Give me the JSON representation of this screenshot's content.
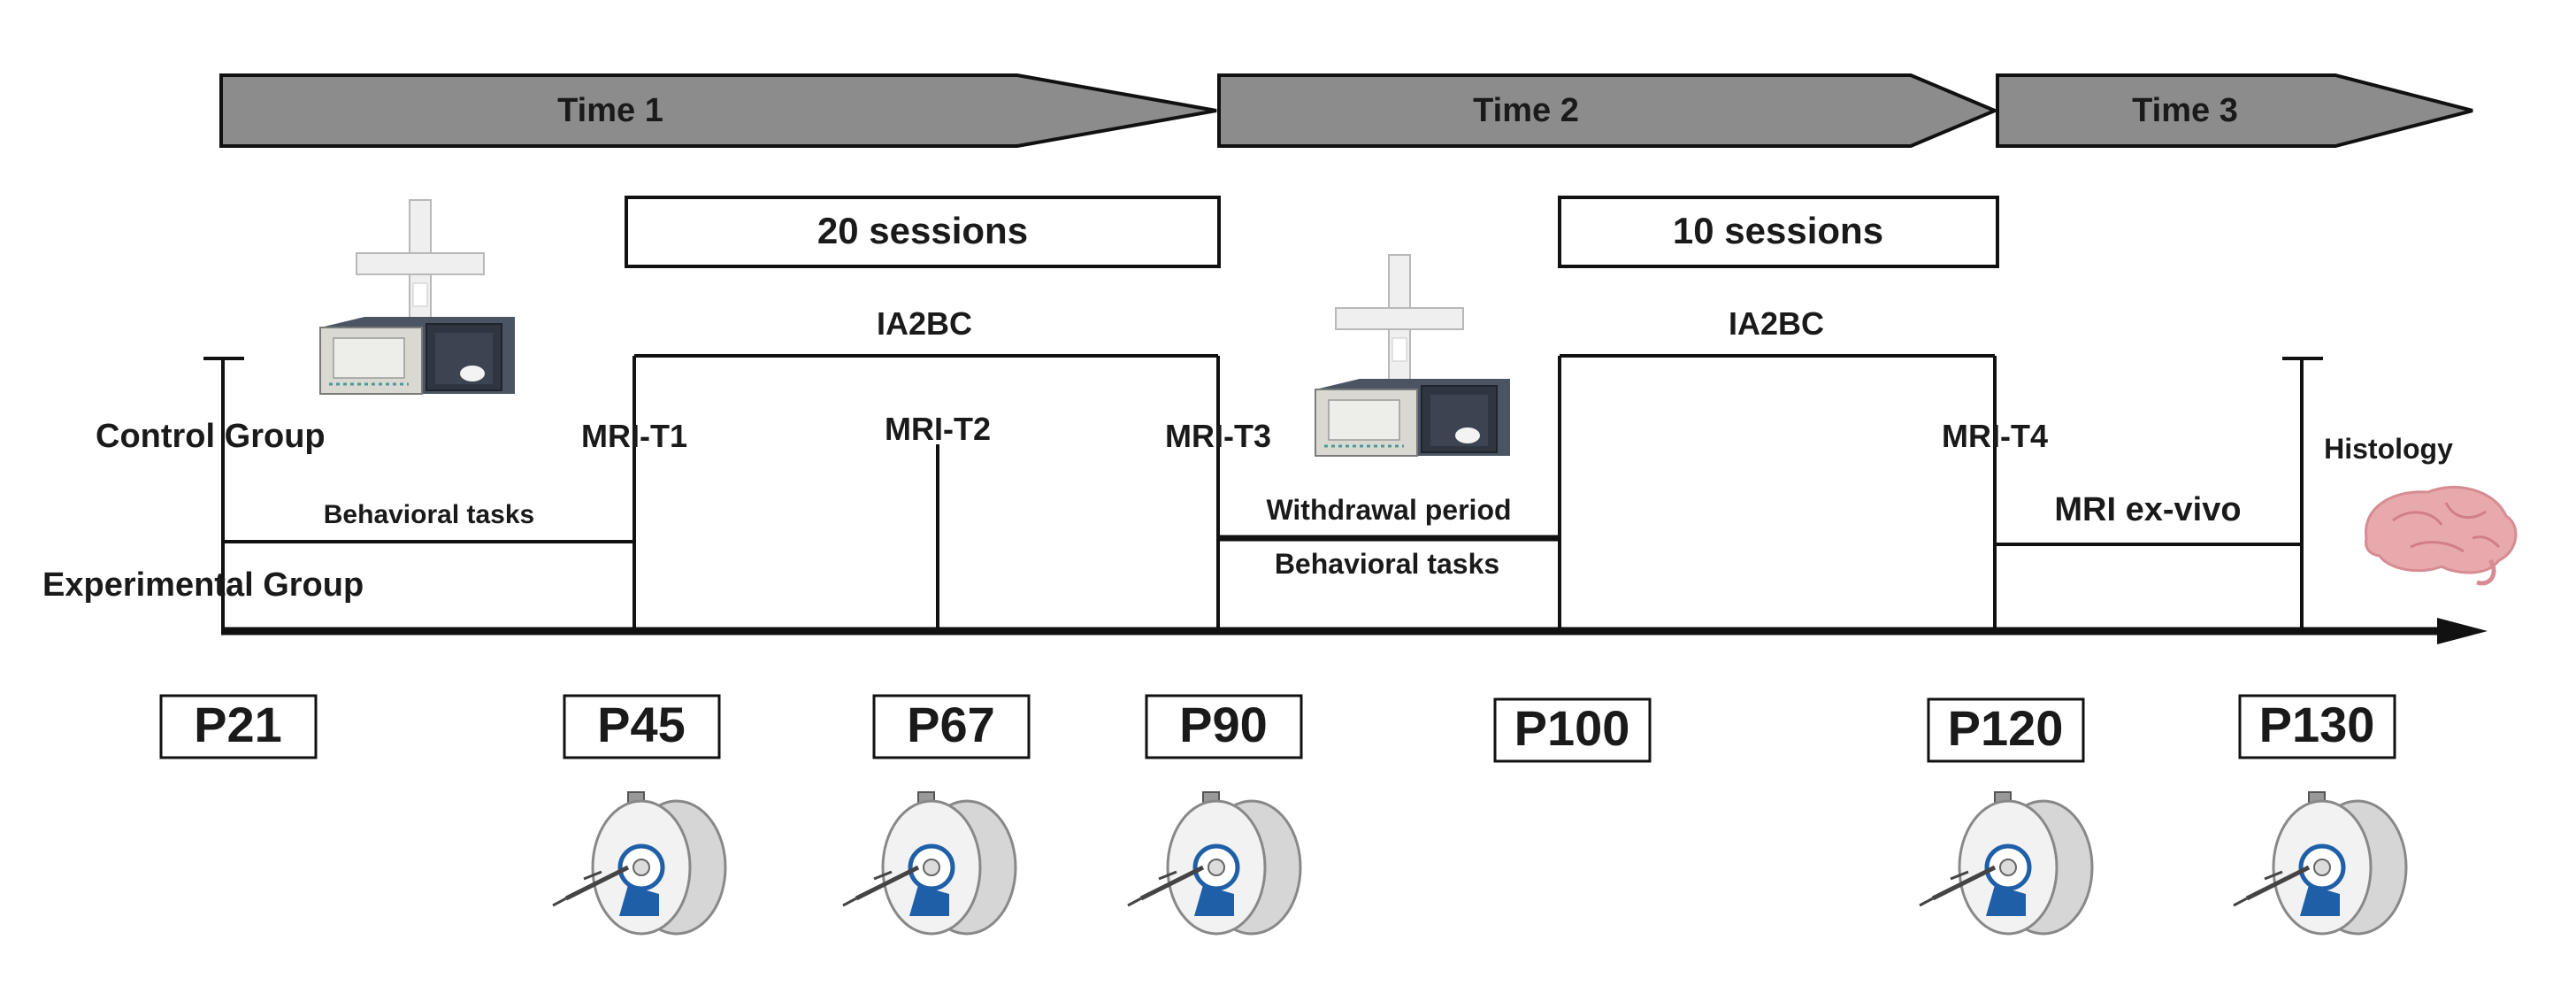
{
  "phases": [
    {
      "id": "time-1",
      "label": "Time 1"
    },
    {
      "id": "time-2",
      "label": "Time 2"
    },
    {
      "id": "time-3",
      "label": "Time 3"
    }
  ],
  "sessions": [
    {
      "id": "sessions-1",
      "label": "20 sessions"
    },
    {
      "id": "sessions-2",
      "label": "10 sessions"
    }
  ],
  "protocol_labels": [
    "IA2BC",
    "IA2BC"
  ],
  "groups": {
    "control": "Control Group",
    "experimental": "Experimental Group"
  },
  "mri_points": [
    "MRI-T1",
    "MRI-T2",
    "MRI-T3",
    "MRI-T4"
  ],
  "period_labels": {
    "behavioral_1": "Behavioral tasks",
    "withdrawal": "Withdrawal period",
    "behavioral_2": "Behavioral tasks",
    "mri_exvivo": "MRI ex-vivo",
    "histology": "Histology"
  },
  "days": [
    "P21",
    "P45",
    "P67",
    "P90",
    "P100",
    "P120",
    "P130"
  ],
  "colors": {
    "phase_fill": "#8c8c8c",
    "line": "#111111",
    "brain": "#e8a9ad",
    "scanner_accent": "#1f5fa8"
  },
  "icons": [
    "maze-apparatus-icon",
    "operant-box-icon",
    "mri-scanner-icon",
    "brain-icon"
  ]
}
